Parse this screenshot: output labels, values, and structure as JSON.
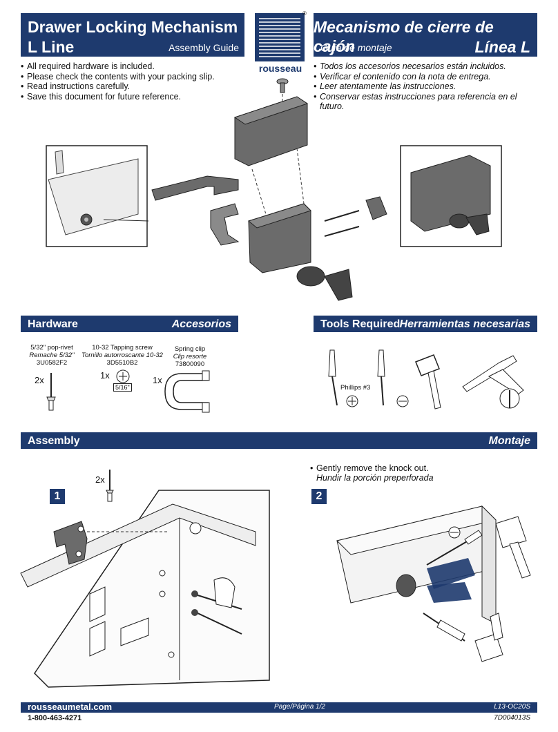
{
  "header": {
    "title_en_line1": "Drawer Locking Mechanism",
    "title_en_line2": "L Line",
    "subtitle_en": "Assembly Guide",
    "title_es_line1": "Mecanismo de cierre de cajón",
    "title_es_line2": "Línea L",
    "subtitle_es": "Guía de montaje",
    "brand": "rousseau",
    "registered": "®"
  },
  "intro": {
    "en": [
      "All required hardware is included.",
      "Please check the contents with your packing slip.",
      "Read instructions carefully.",
      "Save this document for future reference."
    ],
    "es": [
      "Todos los accesorios necesarios están incluidos.",
      "Verificar el contenido con la nota de entrega.",
      "Leer atentamente las instrucciones.",
      "Conservar estas instrucciones para referencia en el futuro."
    ]
  },
  "hardware": {
    "title_en": "Hardware",
    "title_es": "Accesorios",
    "items": [
      {
        "name_en": "5/32\" pop-rivet",
        "name_es": "Remache 5/32\"",
        "part": "3U0582F2",
        "qty": "2x"
      },
      {
        "name_en": "10-32 Tapping screw",
        "name_es": "Tornillo autorroscante 10-32",
        "part": "3D5510B2",
        "qty": "1x",
        "size": "5/16\""
      },
      {
        "name_en": "Spring clip",
        "name_es": "Clip resorte",
        "part": "73800090",
        "qty": "1x"
      }
    ]
  },
  "tools": {
    "title_en": "Tools Required",
    "title_es": "Herramientas necesarias",
    "phillips_label": "Phillips #3"
  },
  "assembly": {
    "title_en": "Assembly",
    "title_es": "Montaje",
    "step1": {
      "num": "1",
      "qty": "2x"
    },
    "step2": {
      "num": "2",
      "text_en": "Gently remove the knock out.",
      "text_es": "Hundir la porción preperforada"
    }
  },
  "footer": {
    "website": "rousseaumetal.com",
    "page": "Page/Página 1/2",
    "code": "L13-OC20S",
    "phone": "1-800-463-4271",
    "doc": "7D004013S"
  },
  "colors": {
    "navy": "#1e3a6e",
    "part_gray": "#6b6b6b"
  }
}
